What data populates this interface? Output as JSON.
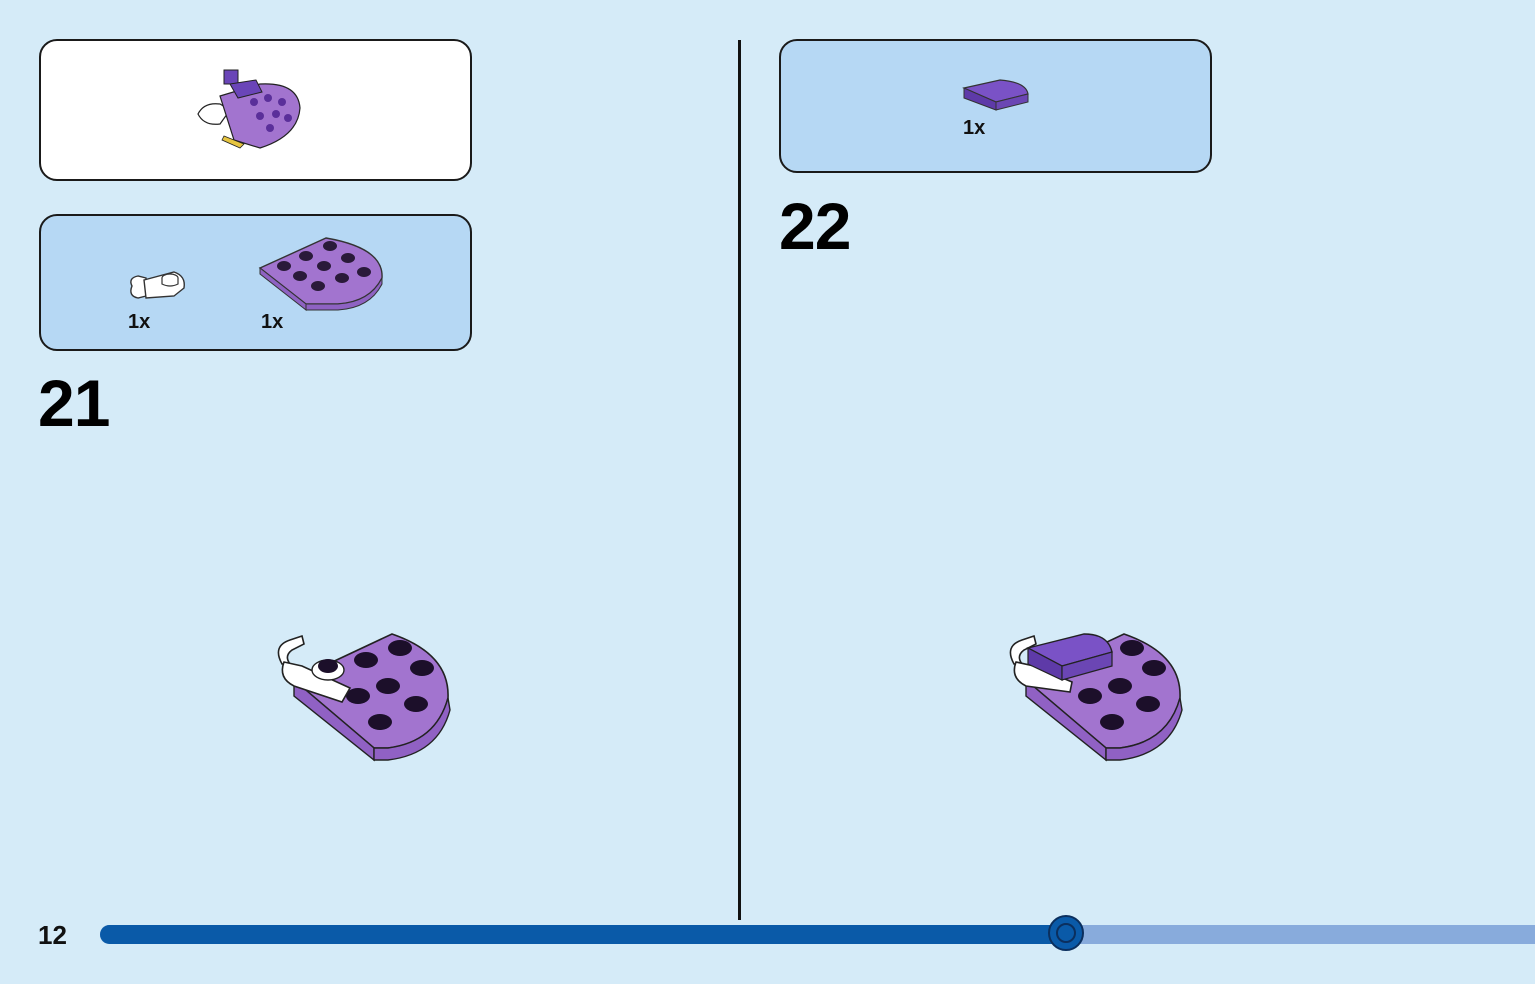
{
  "page": {
    "number": "12"
  },
  "steps": [
    {
      "number": "21",
      "parts": [
        {
          "qty": "1x",
          "icon": "white-clip-plate-icon"
        },
        {
          "qty": "1x",
          "icon": "purple-round-plate-icon"
        }
      ]
    },
    {
      "number": "22",
      "parts": [
        {
          "qty": "1x",
          "icon": "purple-curved-slope-icon"
        }
      ]
    }
  ],
  "progress": {
    "fraction": 0.673
  },
  "colors": {
    "background": "#d5ebf8",
    "parts_box": "#b6d8f4",
    "purple": "#a274cf",
    "dark_purple": "#6a45b8",
    "progress_fill": "#0a5aa8",
    "progress_track": "#88abdc"
  }
}
